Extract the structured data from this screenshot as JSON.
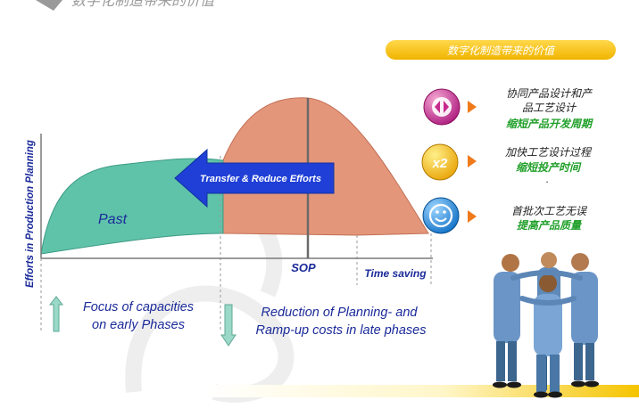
{
  "title_partial": "数字化制造带来的价值",
  "banner": {
    "label": "数字化制造带来的价值",
    "color": "#f5c400"
  },
  "axis": {
    "ylabel": "Efforts in Production Planning",
    "sop": "SOP",
    "time_saving": "Time saving"
  },
  "curves": {
    "past_label": "Past",
    "past_color": "#5fc3a9",
    "new_color": "#e4967b",
    "arrow_label": "Transfer & Reduce Efforts",
    "arrow_color": "#1f3fd6"
  },
  "notes": {
    "left_line1": "Focus of capacities",
    "left_line2": "on early Phases",
    "right_line1": "Reduction of  Planning- and",
    "right_line2": "Ramp-up costs in late phases"
  },
  "values": [
    {
      "icon": "arrows-icon",
      "circle_color": "#c62b8c",
      "line1": "协同产品设计和产",
      "line2": "品工艺设计",
      "highlight": "缩短产品开发周期"
    },
    {
      "icon": "x2-icon",
      "circle_color": "#f0b400",
      "line1": "加快工艺设计过程",
      "line2": "",
      "highlight": "缩短投产时间"
    },
    {
      "icon": "smiley-icon",
      "circle_color": "#1f8fd8",
      "line1": "首批次工艺无误",
      "line2": "",
      "highlight": "提高产品质量"
    }
  ],
  "stray_dot": "."
}
